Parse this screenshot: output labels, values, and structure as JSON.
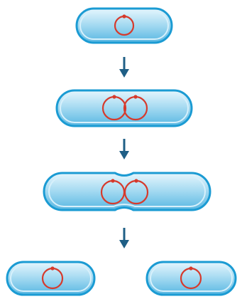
{
  "diagram": {
    "stages": [
      {
        "id": "stage-1",
        "description_visible": ""
      },
      {
        "id": "stage-2",
        "description_visible": ""
      },
      {
        "id": "stage-3",
        "description_visible": ""
      },
      {
        "id": "stage-4",
        "description_visible": ""
      }
    ],
    "colors": {
      "cell_fill_light": "#dff3fc",
      "cell_fill_mid": "#8fd0ee",
      "cell_fill_dark": "#3ea8d8",
      "cell_outline": "#1b9bd3",
      "cell_inner_line": "#bfe6f6",
      "dna_ring": "#d63a2c",
      "arrow": "#1f5f86",
      "background": "#ffffff"
    },
    "icons": {
      "arrow": "down-arrow-icon",
      "dna": "circular-dna-icon"
    }
  }
}
